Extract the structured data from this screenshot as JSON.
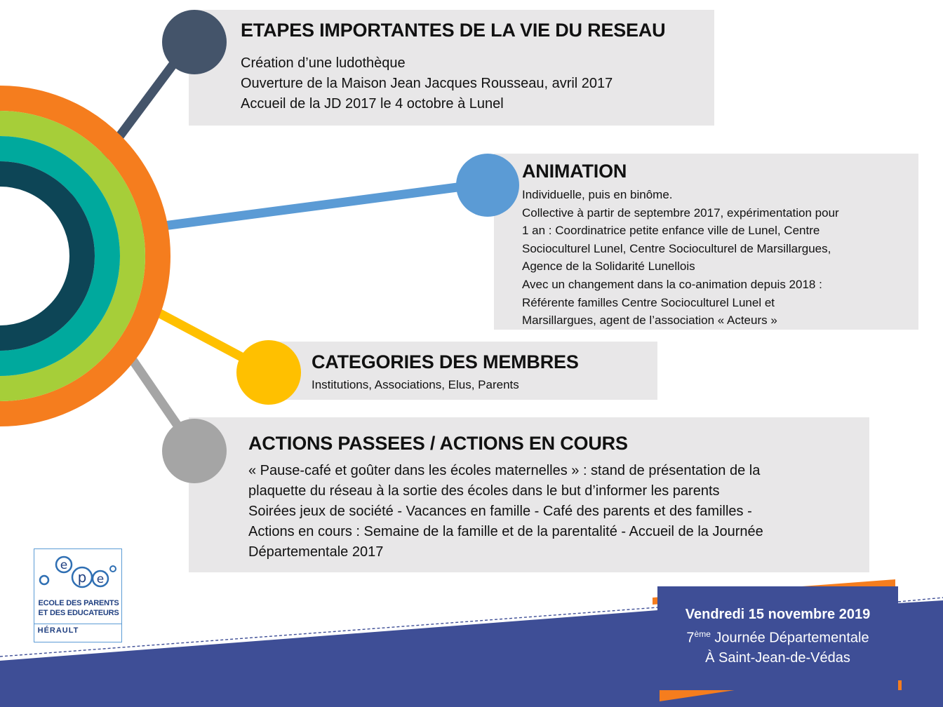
{
  "sections": {
    "etapes": {
      "title": "ETAPES IMPORTANTES DE LA VIE DU RESEAU",
      "lines": [
        "Création d’une ludothèque",
        "Ouverture de la Maison Jean Jacques Rousseau, avril 2017",
        "Accueil de la JD 2017 le 4 octobre à Lunel"
      ]
    },
    "animation": {
      "title": "ANIMATION",
      "lines": [
        "Individuelle, puis en binôme.",
        "Collective à partir de septembre 2017, expérimentation pour",
        "1 an : Coordinatrice petite enfance ville de Lunel, Centre",
        "Socioculturel Lunel, Centre Socioculturel de Marsillargues,",
        "Agence de la Solidarité Lunellois",
        "Avec un changement dans la co-animation depuis 2018 :",
        "Référente familles Centre Socioculturel Lunel et",
        "Marsillargues, agent de l’association « Acteurs »"
      ]
    },
    "categories": {
      "title": "CATEGORIES DES MEMBRES",
      "lines": [
        "Institutions, Associations, Elus, Parents"
      ]
    },
    "actions": {
      "title": "ACTIONS PASSEES / ACTIONS EN COURS",
      "lines": [
        "« Pause-café et goûter dans les écoles maternelles » : stand de présentation de la",
        "plaquette du réseau à la sortie des écoles dans le but d’informer les parents",
        "Soirées jeux de société - Vacances en famille - Café des parents et des familles -",
        "Actions en cours : Semaine de la famille et de la parentalité - Accueil de la Journée",
        "Départementale 2017"
      ]
    }
  },
  "logo": {
    "letters": [
      "e",
      "p",
      "e"
    ],
    "line1": "ECOLE DES PARENTS",
    "line2": "ET DES EDUCATEURS",
    "region": "HÉRAULT"
  },
  "event": {
    "date": "Vendredi 15 novembre 2019",
    "edition_number": "7",
    "edition_sup": "ème",
    "edition_rest": " Journée Départementale",
    "place": "À Saint-Jean-de-Védas"
  },
  "colors": {
    "orange": "#f57d1e",
    "lime": "#a6ce39",
    "teal": "#00a99d",
    "dark_teal": "#0d4556",
    "slate": "#44546a",
    "blue": "#5b9bd5",
    "yellow": "#ffc000",
    "gray": "#a5a5a5",
    "panel": "#e8e7e8",
    "navy": "#3e4e96"
  }
}
